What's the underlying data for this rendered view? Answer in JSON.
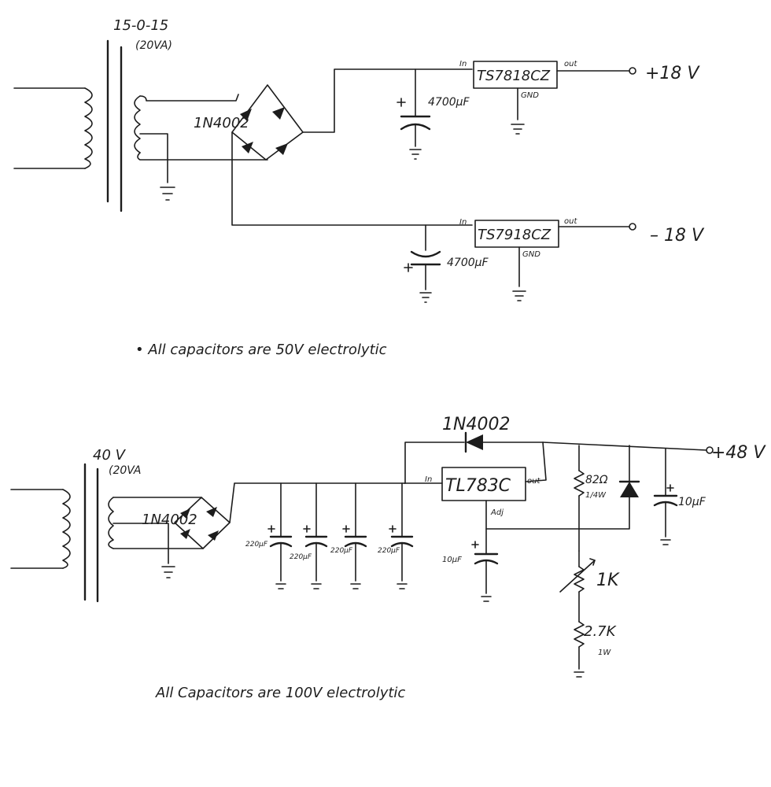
{
  "top": {
    "transformer_rating": "15-0-15",
    "transformer_va": "(20VA)",
    "diode_label": "1N4002",
    "cap_pos_label": "4700µF",
    "cap_neg_label": "4700µF",
    "reg_pos": {
      "name": "TS7818CZ",
      "in": "In",
      "out": "out",
      "gnd": "GND"
    },
    "reg_neg": {
      "name": "TS7918CZ",
      "in": "In",
      "out": "out",
      "gnd": "GND"
    },
    "out_pos": "+18 V",
    "out_neg": "– 18 V",
    "note": "• All capacitors are 50V electrolytic"
  },
  "bottom": {
    "transformer_rating": "40 V",
    "transformer_va": "(20VA",
    "bridge_label": "1N4002",
    "filter_caps": [
      "220µF",
      "220µF",
      "220µF",
      "220µF"
    ],
    "protect_diode": "1N4002",
    "reg": {
      "name": "TL783C",
      "in": "In",
      "out": "out",
      "adj": "Adj"
    },
    "adj_cap": "10µF",
    "r1": "82Ω",
    "r1_power": "1/4W",
    "out_cap": "10µF",
    "pot": "1K",
    "r2": "2.7K",
    "r2_power": "1W",
    "out_label": "+48 V",
    "note": "All Capacitors are 100V electrolytic"
  }
}
